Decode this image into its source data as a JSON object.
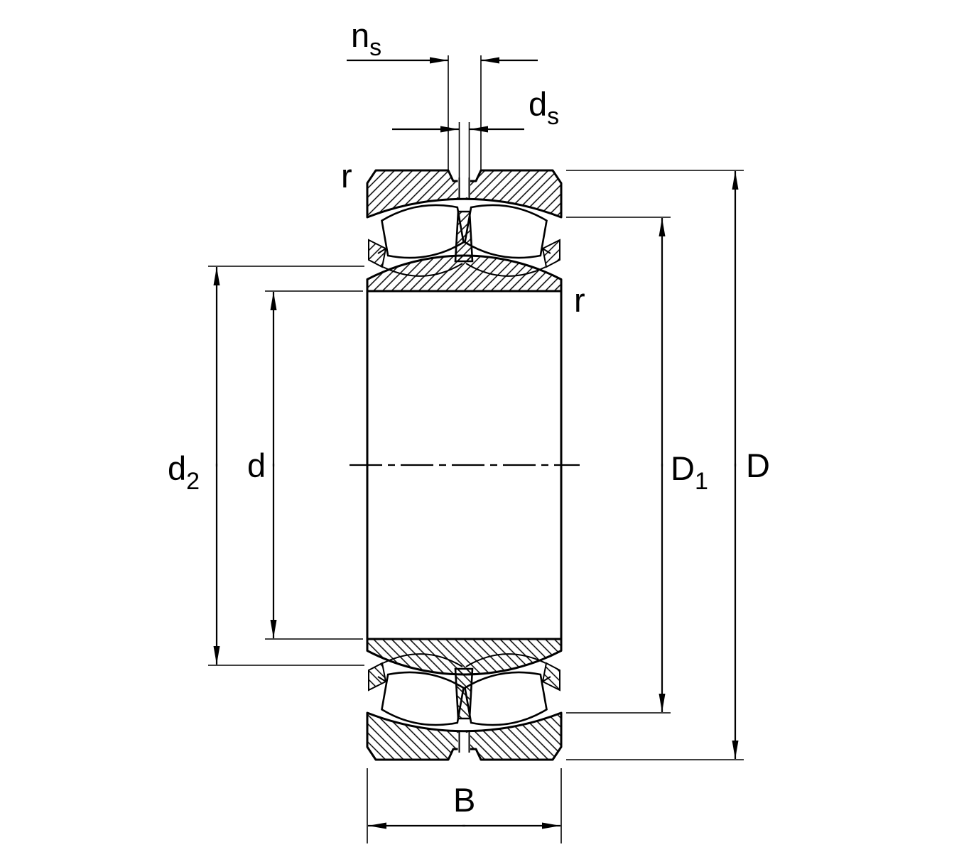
{
  "drawing": {
    "type": "bearing-cross-section-dimension-drawing",
    "dimension_labels": {
      "ns": {
        "base": "n",
        "sub": "s"
      },
      "ds": {
        "base": "d",
        "sub": "s"
      },
      "d2": {
        "base": "d",
        "sub": "2"
      },
      "d": {
        "base": "d",
        "sub": ""
      },
      "D1": {
        "base": "D",
        "sub": "1"
      },
      "D": {
        "base": "D",
        "sub": ""
      },
      "B": {
        "base": "B",
        "sub": ""
      },
      "r_upper_left": {
        "base": "r",
        "sub": ""
      },
      "r_inner_right": {
        "base": "r",
        "sub": ""
      }
    },
    "colors": {
      "line": "#000000",
      "background": "#ffffff"
    }
  }
}
